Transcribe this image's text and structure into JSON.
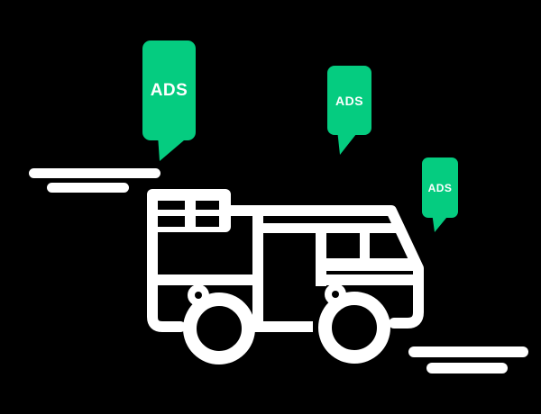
{
  "illustration": {
    "title": "bus-with-ads-illustration"
  },
  "bubbles": [
    {
      "label": "ADS",
      "size": "large"
    },
    {
      "label": "ADS",
      "size": "medium"
    },
    {
      "label": "ADS",
      "size": "small"
    }
  ],
  "colors": {
    "background": "#000000",
    "bubble": "#05CC80",
    "bubble_text": "#FFFFFF",
    "vehicle_outline": "#FFFFFF",
    "speed_lines": "#FFFFFF"
  }
}
